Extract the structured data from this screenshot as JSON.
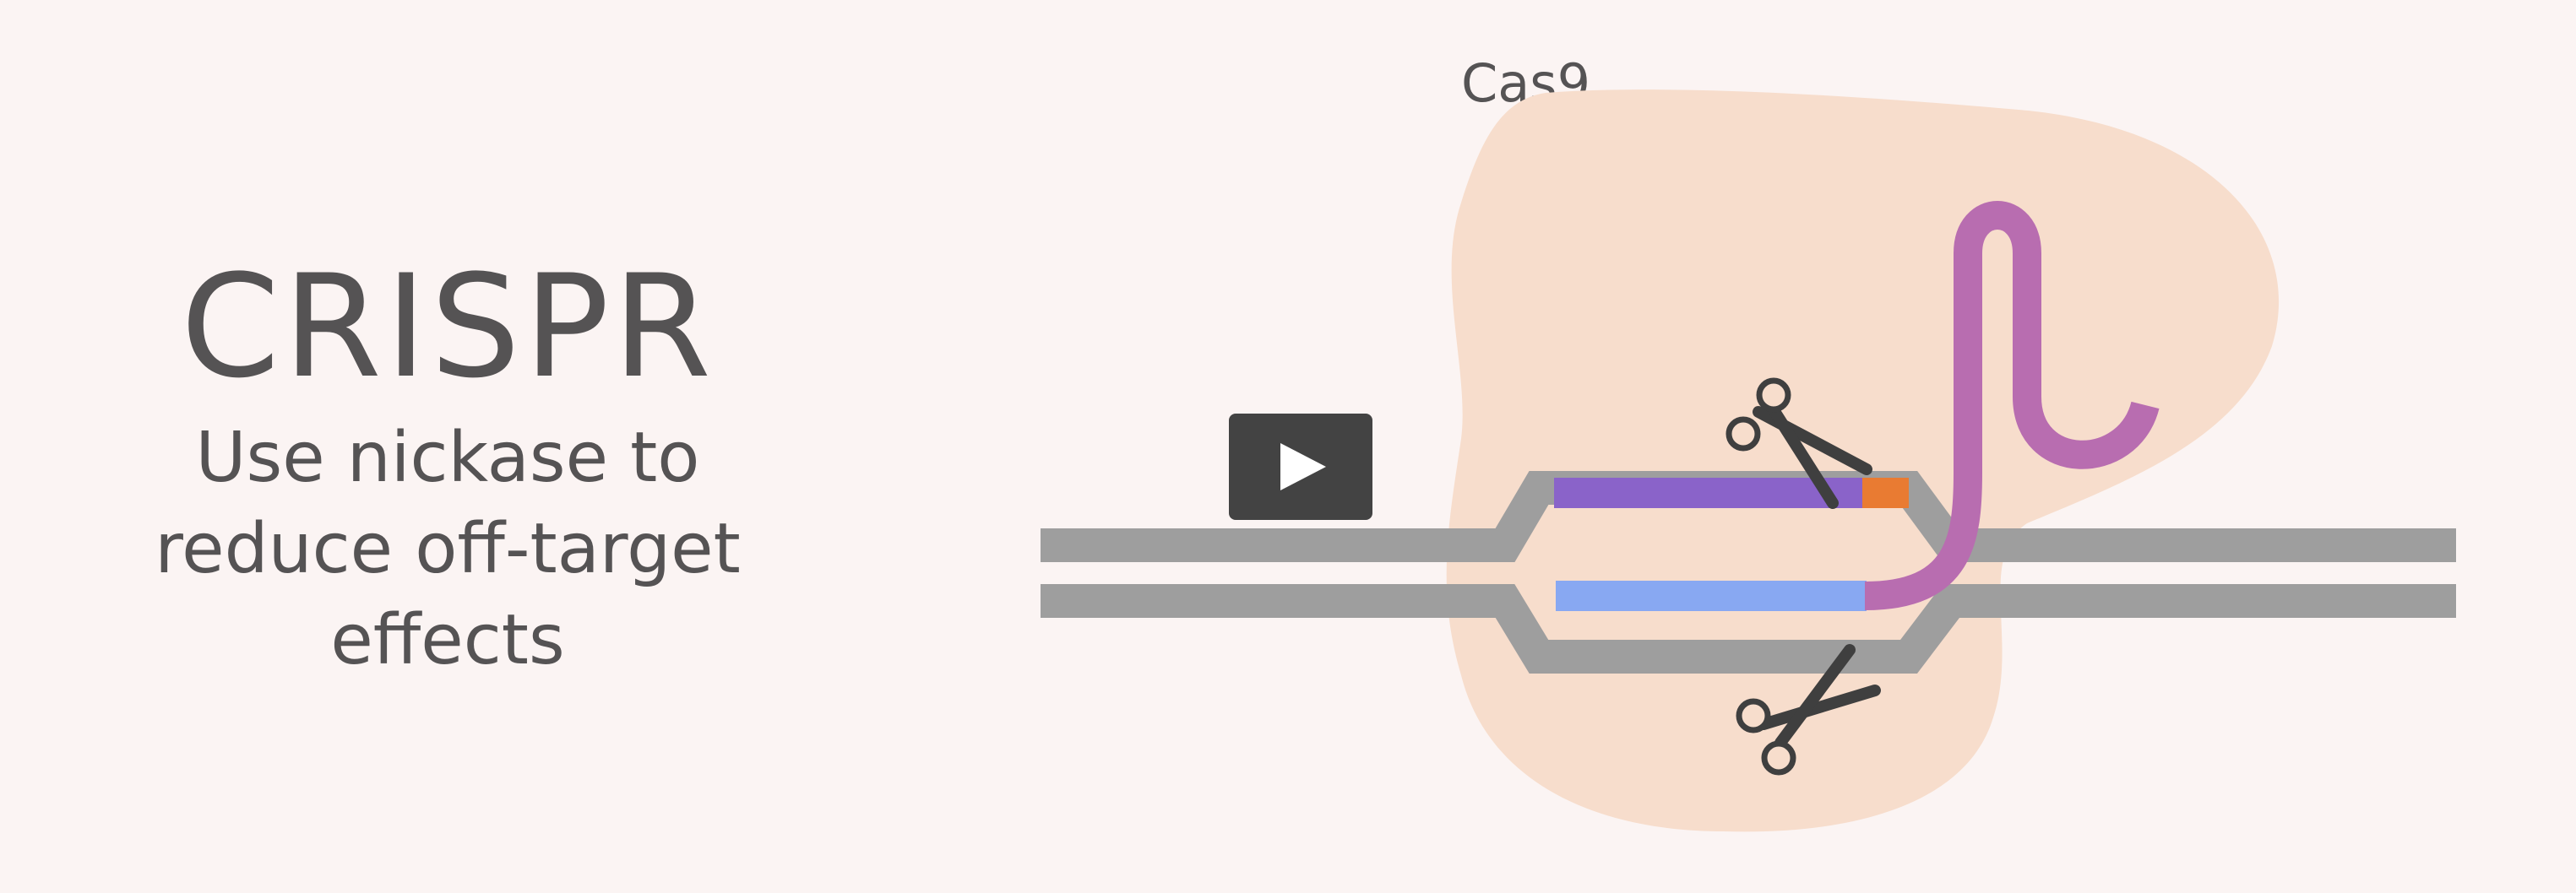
{
  "title": {
    "main": "CRISPR",
    "subtitle_lines": [
      "Use nickase to",
      "reduce off-target",
      "effects"
    ]
  },
  "diagram": {
    "protein_label": "Cas9",
    "colors": {
      "background": "#fbf4f3",
      "cas9_blob": "#f7ddcc",
      "dna_strand": "#9e9e9e",
      "guide_rna": "#b86db0",
      "target_strand": "#8a63c9",
      "complementary_strand": "#88a8f2",
      "pam": "#e97b32",
      "scissors": "#3f3f3f",
      "text": "#555354"
    },
    "icons": [
      "scissors-icon",
      "scissors-icon",
      "play-icon"
    ]
  },
  "player": {
    "play_button": "play-icon"
  }
}
